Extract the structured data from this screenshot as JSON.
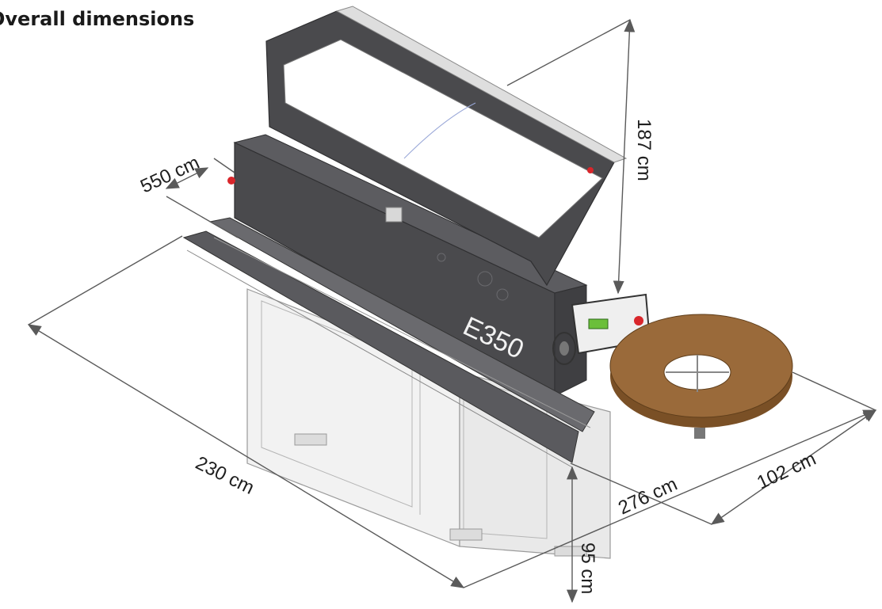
{
  "title": "Overall dimensions",
  "model_label": "E350",
  "dimensions": {
    "length": "230 cm",
    "length_with_reel": "276 cm",
    "depth": "102 cm",
    "height_total": "187 cm",
    "height_table": "95 cm",
    "top_offset": "550 cm"
  },
  "colors": {
    "body": "#4a4a4d",
    "panel": "#efefef",
    "reel": "#9a6a3a",
    "emergency": "#d9262b",
    "start": "#6bbf3a"
  }
}
